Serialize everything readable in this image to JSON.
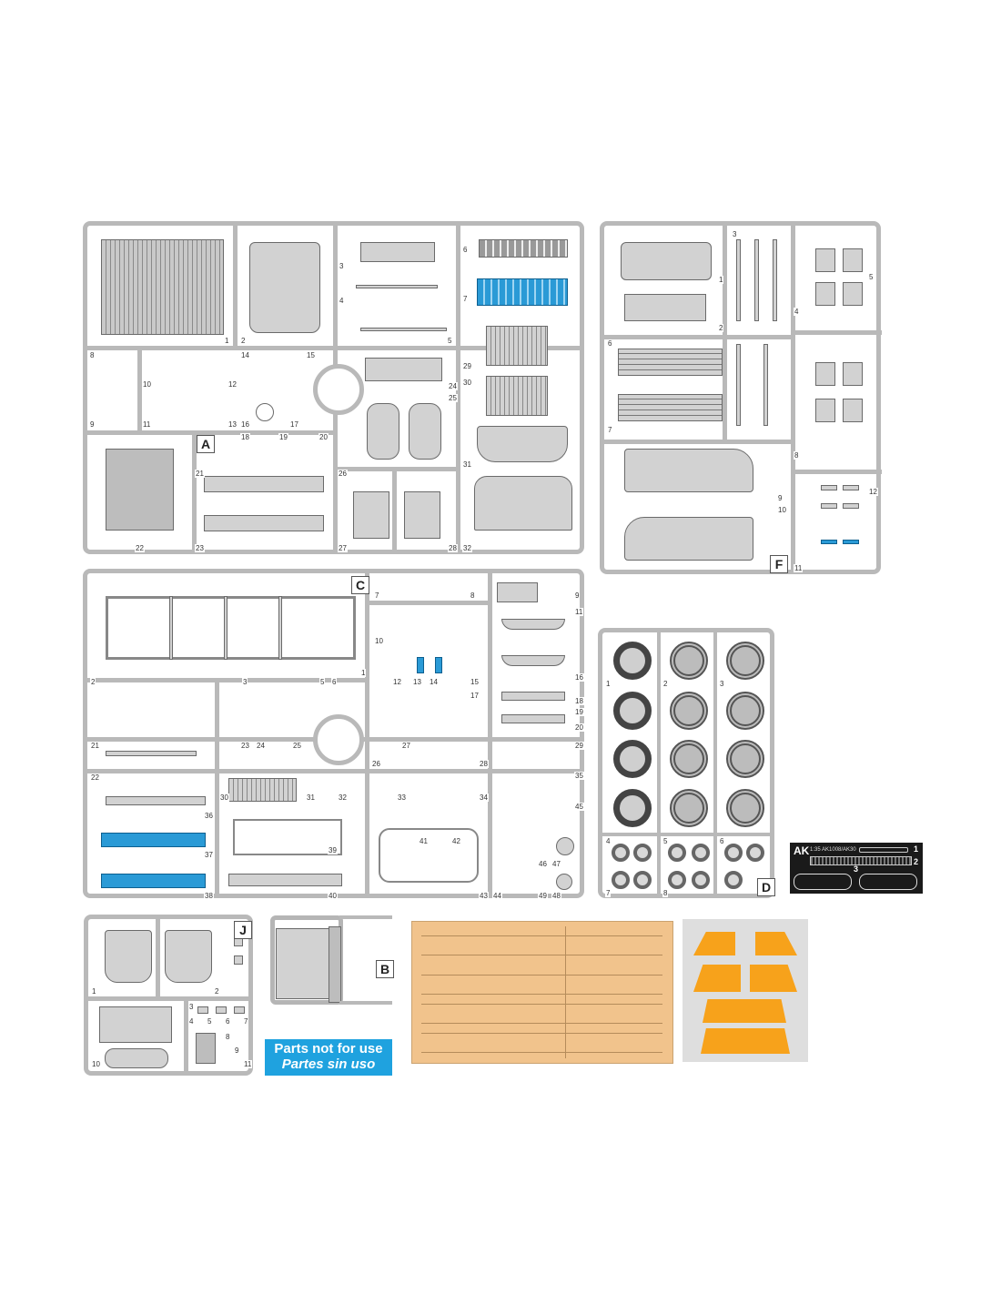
{
  "sprues": {
    "a": {
      "letter": "A"
    },
    "b": {
      "letter": "B"
    },
    "c": {
      "letter": "C"
    },
    "d": {
      "letter": "D"
    },
    "f": {
      "letter": "F"
    },
    "j": {
      "letter": "J"
    }
  },
  "part_numbers": {
    "a": [
      "1",
      "2",
      "3",
      "4",
      "5",
      "6",
      "7",
      "8",
      "9",
      "10",
      "11",
      "12",
      "13",
      "14",
      "15",
      "16",
      "17",
      "18",
      "19",
      "20",
      "21",
      "22",
      "23",
      "24",
      "25",
      "26",
      "27",
      "28",
      "29",
      "30",
      "31",
      "32"
    ],
    "c": [
      "1",
      "2",
      "3",
      "5",
      "6",
      "7",
      "8",
      "9",
      "10",
      "11",
      "12",
      "13",
      "14",
      "15",
      "16",
      "17",
      "18",
      "19",
      "20",
      "21",
      "22",
      "23",
      "24",
      "25",
      "26",
      "27",
      "28",
      "29",
      "30",
      "31",
      "32",
      "33",
      "34",
      "35",
      "36",
      "37",
      "38",
      "39",
      "40",
      "41",
      "42",
      "43",
      "44",
      "45",
      "46",
      "47",
      "48",
      "49"
    ],
    "f": [
      "1",
      "2",
      "3",
      "4",
      "5",
      "6",
      "7",
      "8",
      "9",
      "10",
      "11",
      "12"
    ],
    "d": [
      "1",
      "2",
      "3",
      "4",
      "5",
      "6",
      "7",
      "8"
    ],
    "j": [
      "1",
      "2",
      "3",
      "4",
      "5",
      "6",
      "7",
      "8",
      "9",
      "10",
      "11"
    ]
  },
  "notice": {
    "line1": "Parts not for use",
    "line2": "Partes sin uso"
  },
  "photoetch": {
    "brand": "AK",
    "code": "1:35 AK1008/AK30",
    "labels": [
      "1",
      "2",
      "3"
    ]
  },
  "colors": {
    "sprue": "#b9b9b9",
    "part_fill": "#d2d2d2",
    "not_used_highlight": "#2a9ad6",
    "notice_bg": "#1fa2df",
    "decal_sheet": "#f1c38c",
    "clear_parts": "#f7a21b",
    "photoetch_fret": "#1a1a1a"
  }
}
